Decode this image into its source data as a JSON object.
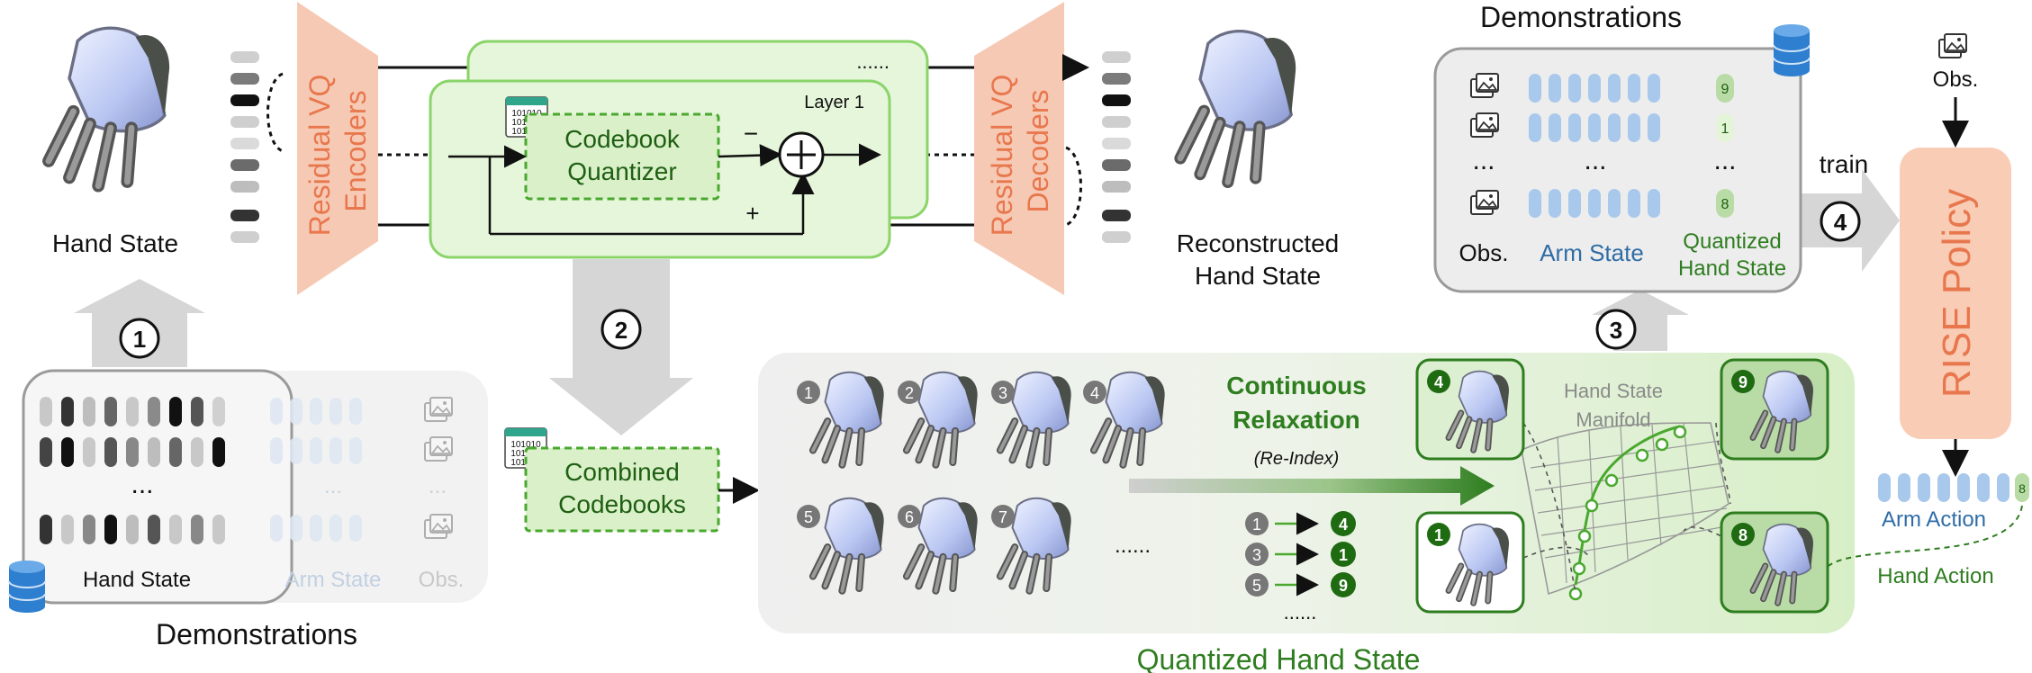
{
  "stage1": {
    "hand_state": "Hand State",
    "encoders": "Residual VQ Encoders",
    "decoders": "Residual VQ Decoders",
    "layer_label": "Layer 1",
    "layer_dots": "......",
    "codebook_quantizer": [
      "Codebook",
      "Quantizer"
    ],
    "minus": "−",
    "plus": "+",
    "reconstructed": [
      "Reconstructed",
      "Hand State"
    ]
  },
  "codebook_icon_text": [
    "101010",
    "101010",
    "101010"
  ],
  "steps": [
    "1",
    "2",
    "3",
    "4"
  ],
  "demo_bottom": {
    "hand_state": "Hand State",
    "arm_state": "Arm State",
    "obs": "Obs.",
    "title": "Demonstrations",
    "ellipsis": "..."
  },
  "combined": [
    "Combined",
    "Codebooks"
  ],
  "quantized_panel": {
    "title": "Quantized Hand State",
    "ellipsis": "......",
    "relax_title": [
      "Continuous",
      "Relaxation"
    ],
    "relax_sub": "(Re-Index)",
    "reindex": [
      {
        "from": "1",
        "to": "4"
      },
      {
        "from": "3",
        "to": "1"
      },
      {
        "from": "5",
        "to": "9"
      }
    ],
    "reindex_dots": "......",
    "manifold": [
      "Hand State",
      "Manifold"
    ]
  },
  "hand_tokens_left": [
    "1",
    "2",
    "3",
    "4",
    "5",
    "6",
    "7"
  ],
  "manifold_tokens": [
    "4",
    "9",
    "1",
    "8"
  ],
  "demo_top": {
    "title": "Demonstrations",
    "obs": "Obs.",
    "arm_state": "Arm State",
    "quantized": [
      "Quantized",
      "Hand State"
    ],
    "tokens": [
      "9",
      "1",
      "8"
    ],
    "ellipsis": "..."
  },
  "policy": {
    "train": "train",
    "obs": "Obs.",
    "name": "RISE Policy",
    "arm_action": "Arm Action",
    "hand_action": "Hand Action",
    "action_token": "8"
  },
  "colors": {
    "orange": "#f4c6b0",
    "orange_text": "#e8774d",
    "green_fill": "#e3f5d6",
    "green_border": "#8bd46a",
    "dark_green": "#2e7d1f",
    "blue": "#a8c8ec",
    "arm_blue": "#2f6da6",
    "gray_arrow": "#d6d6d6"
  }
}
